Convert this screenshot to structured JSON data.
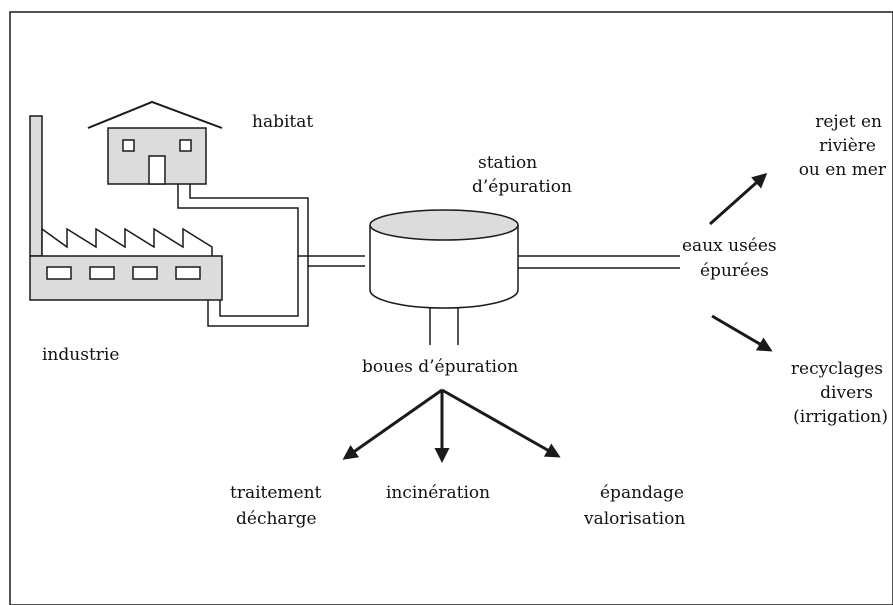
{
  "diagram": {
    "labels": {
      "habitat": "habitat",
      "industrie": "industrie",
      "station_line1": "station",
      "station_line2": "d’épuration",
      "eaux_line1": "eaux usées",
      "eaux_line2": "épurées",
      "rejet_line1": "rejet en",
      "rejet_line2": "rivière",
      "rejet_line3": "ou en mer",
      "recyclages_line1": "recyclages",
      "recyclages_line2": "divers",
      "recyclages_line3": "(irrigation)",
      "boues": "boues d’épuration",
      "traitement_line1": "traitement",
      "traitement_line2": "décharge",
      "incineration": "incinération",
      "epandage_line1": "épandage",
      "epandage_line2": "valorisation"
    },
    "colors": {
      "fill_gray": "#dcdcdc",
      "stroke": "#1a1a1a",
      "background": "#ffffff"
    }
  }
}
